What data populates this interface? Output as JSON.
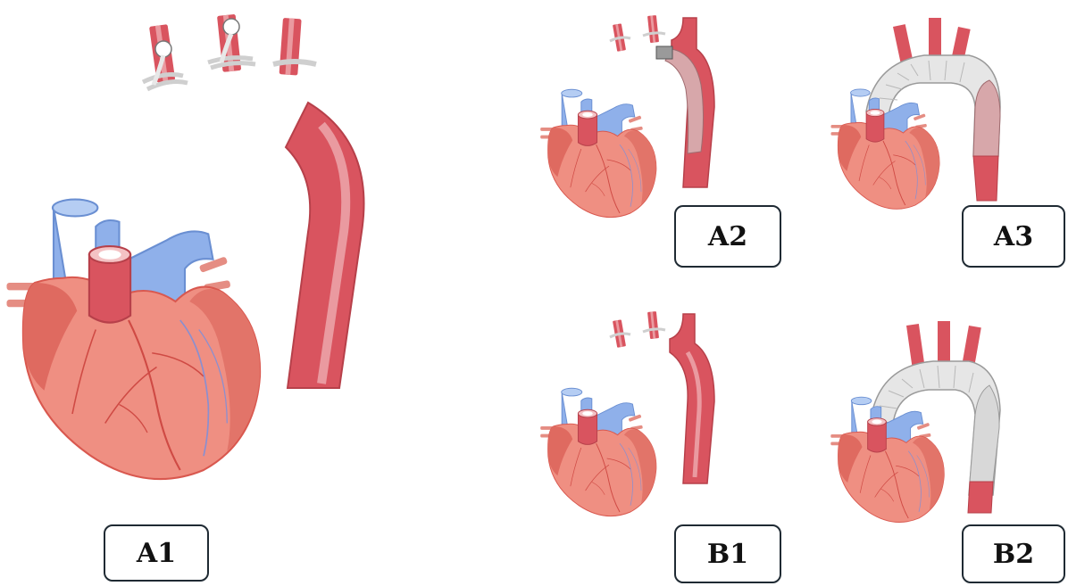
{
  "panels": [
    {
      "id": "A1",
      "label": "A1"
    },
    {
      "id": "A2",
      "label": "A2"
    },
    {
      "id": "A3",
      "label": "A3"
    },
    {
      "id": "B1",
      "label": "B1"
    },
    {
      "id": "B2",
      "label": "B2"
    }
  ],
  "colors": {
    "vessel": "#d9545f",
    "vessel_light": "#ea9aa0",
    "vein": "#8fb0ea",
    "vein_dark": "#5f88d6",
    "heart": "#ef8f82",
    "heart_dark": "#d9584f",
    "graft": "#e6e6e6",
    "graft_line": "#b8b8b8",
    "stent": "#d7a7aa",
    "label_border": "#1f2a33"
  }
}
